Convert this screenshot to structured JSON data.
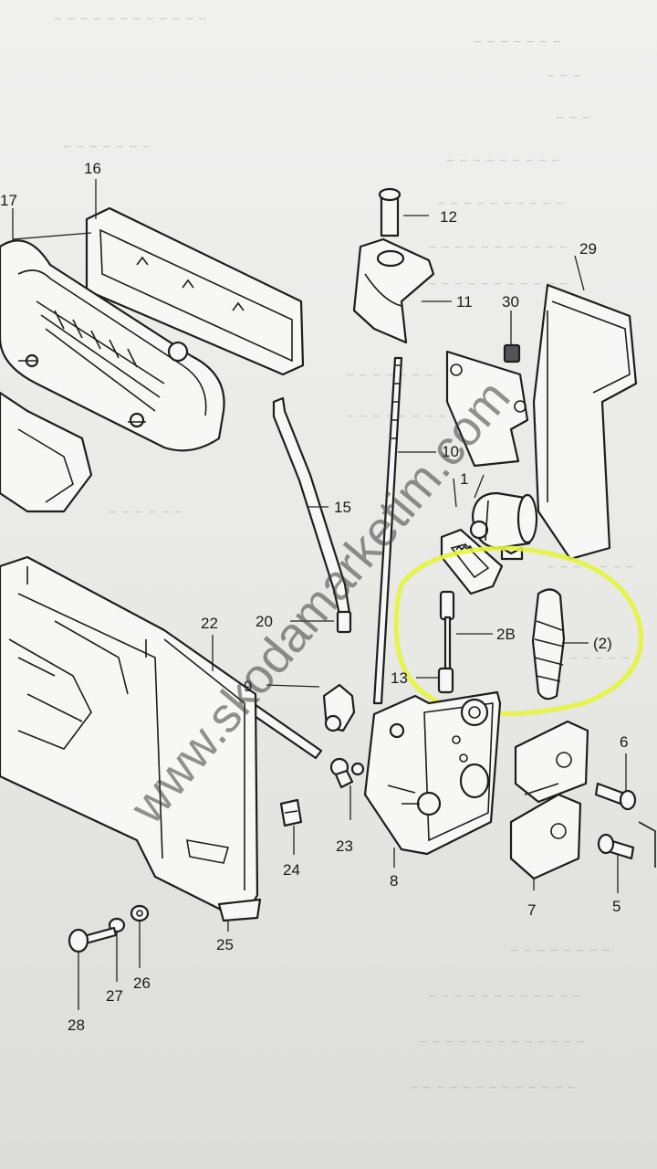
{
  "callouts": {
    "n1": "1",
    "n2b": "2B",
    "n2": "(2)",
    "n5": "5",
    "n6": "6",
    "n7": "7",
    "n8": "8",
    "n9": "9",
    "n10": "10",
    "n11": "11",
    "n12": "12",
    "n13": "13",
    "n15": "15",
    "n16": "16",
    "n17": "17",
    "n20": "20",
    "n22": "22",
    "n23": "23",
    "n24": "24",
    "n25": "25",
    "n26": "26",
    "n27": "27",
    "n28": "28",
    "n29": "29",
    "n30": "30"
  },
  "watermark": "www.skodamarketim.com",
  "highlight_color": "#e4f53a"
}
